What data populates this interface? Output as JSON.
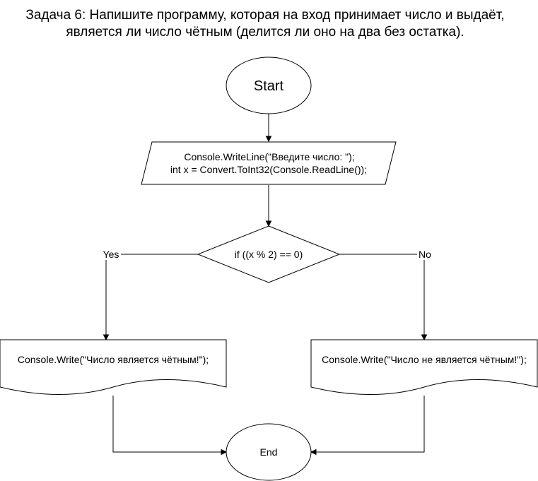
{
  "title": {
    "line1": "Задача 6: Напишите программу, которая на вход принимает число и выдаёт,",
    "line2": "является ли число чётным (делится ли оно на два без остатка)."
  },
  "nodes": {
    "start": {
      "shape": "ellipse",
      "label": "Start"
    },
    "input": {
      "shape": "parallelogram",
      "line1": "Console.WriteLine(\"Введите число: \");",
      "line2": "int x = Convert.ToInt32(Console.ReadLine());"
    },
    "decision": {
      "shape": "diamond",
      "label": "if ((x % 2) == 0)"
    },
    "output_yes": {
      "shape": "document",
      "label": "Console.Write(\"Число является чётным!\");"
    },
    "output_no": {
      "shape": "document",
      "label": "Console.Write(\"Число не является чётным!\");"
    },
    "end": {
      "shape": "ellipse",
      "label": "End"
    }
  },
  "edges": {
    "yes_label": "Yes",
    "no_label": "No"
  },
  "colors": {
    "stroke": "#000000",
    "fill": "#ffffff",
    "text": "#000000"
  }
}
